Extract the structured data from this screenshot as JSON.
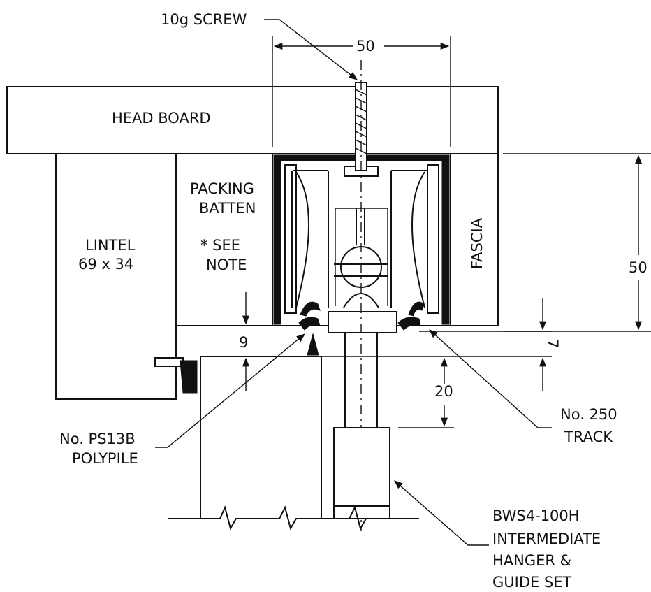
{
  "labels": {
    "screw": "10g SCREW",
    "head_board": "HEAD BOARD",
    "packing_1": "PACKING",
    "packing_2": "BATTEN",
    "see_note_1": "* SEE",
    "see_note_2": "NOTE",
    "lintel_1": "LINTEL",
    "lintel_2": "69 x 34",
    "fascia": "FASCIA",
    "polypile_1": "No. PS13B",
    "polypile_2": "POLYPILE",
    "track_1": "No. 250",
    "track_2": "TRACK",
    "hanger_1": "BWS4-100H",
    "hanger_2": "INTERMEDIATE",
    "hanger_3": "HANGER &",
    "hanger_4": "GUIDE SET"
  },
  "dimensions": {
    "top_width": "50",
    "right_height": "50",
    "gap_9": "9",
    "gap_7": "7",
    "gap_20": "20"
  }
}
